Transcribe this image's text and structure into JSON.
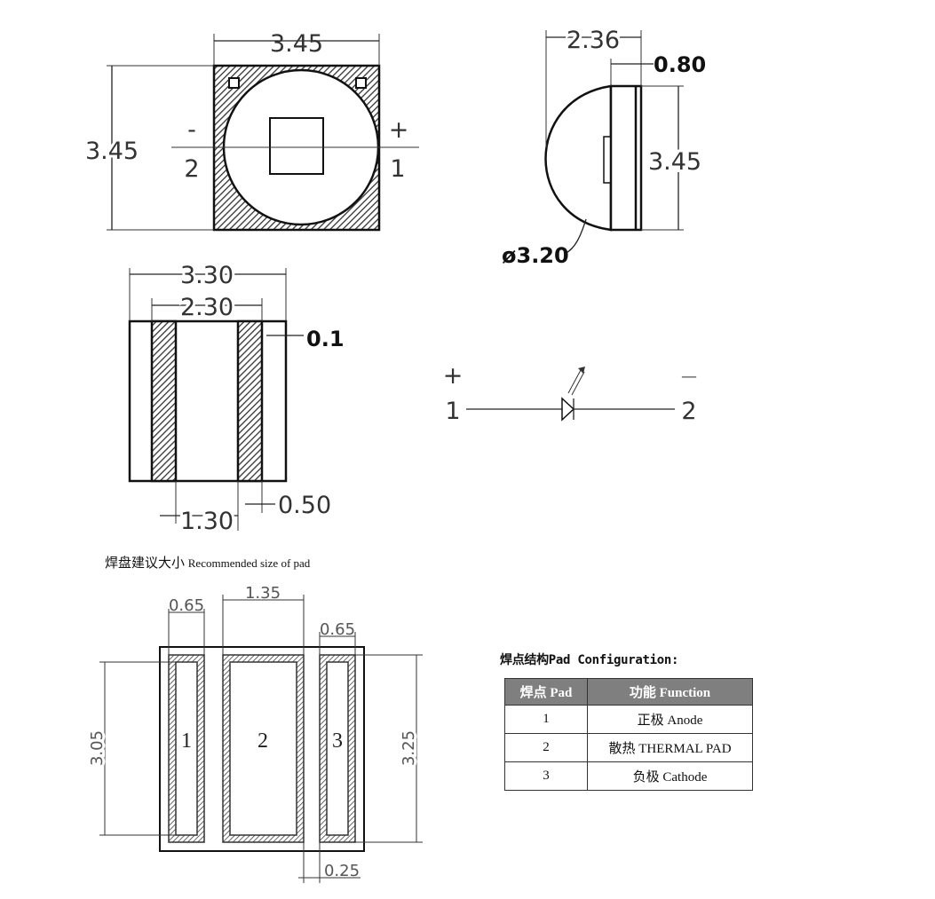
{
  "top_view": {
    "width_label": "3.45",
    "height_label": "3.45",
    "minus_sign": "-",
    "minus_pin": "2",
    "plus_sign": "+",
    "plus_pin": "1"
  },
  "side_view": {
    "depth_label": "2.36",
    "base_label": "0.80",
    "height_label": "3.45",
    "lens_label": "ø3.20"
  },
  "bottom_view": {
    "outer_width_label": "3.30",
    "inner_width_label": "2.30",
    "gap_label": "0.1",
    "center_label": "1.30",
    "pad_label": "0.50"
  },
  "schematic": {
    "plus_sign": "+",
    "plus_pin": "1",
    "minus_sign": "—",
    "minus_pin": "2"
  },
  "recommended_pad": {
    "label_cn": "焊盘建议大小",
    "label_en": "Recommended size of pad",
    "left_pad_label": "0.65",
    "center_pad_label": "1.35",
    "right_pad_label": "0.65",
    "left_height_label": "3.05",
    "right_height_label": "3.25",
    "gap_label": "0.25",
    "pad_numbers": [
      "1",
      "2",
      "3"
    ]
  },
  "pad_table": {
    "title": "焊点结构Pad Configuration:",
    "headers": [
      "焊点 Pad",
      "功能 Function"
    ],
    "rows": [
      {
        "pad": "1",
        "function": "正极 Anode"
      },
      {
        "pad": "2",
        "function": "散热 THERMAL PAD"
      },
      {
        "pad": "3",
        "function": "负极 Cathode"
      }
    ]
  },
  "colors": {
    "line": "#222222",
    "table_header_bg": "#7f7f7f",
    "table_header_text": "#ffffff"
  }
}
